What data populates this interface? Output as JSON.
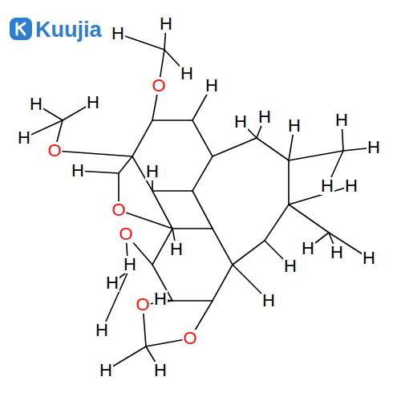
{
  "diagram": {
    "labels": [
      "Kuujia",
      "H",
      "H",
      "H",
      "O",
      "H",
      "H",
      "H",
      "H",
      "O",
      "H",
      "H",
      "H",
      "H",
      "H",
      "H",
      "H",
      "H",
      "H",
      "H",
      "H",
      "H",
      "O",
      "O",
      "H",
      "H",
      "H",
      "H",
      "H",
      "O",
      "O",
      "H",
      "H",
      "H",
      "H"
    ]
  }
}
